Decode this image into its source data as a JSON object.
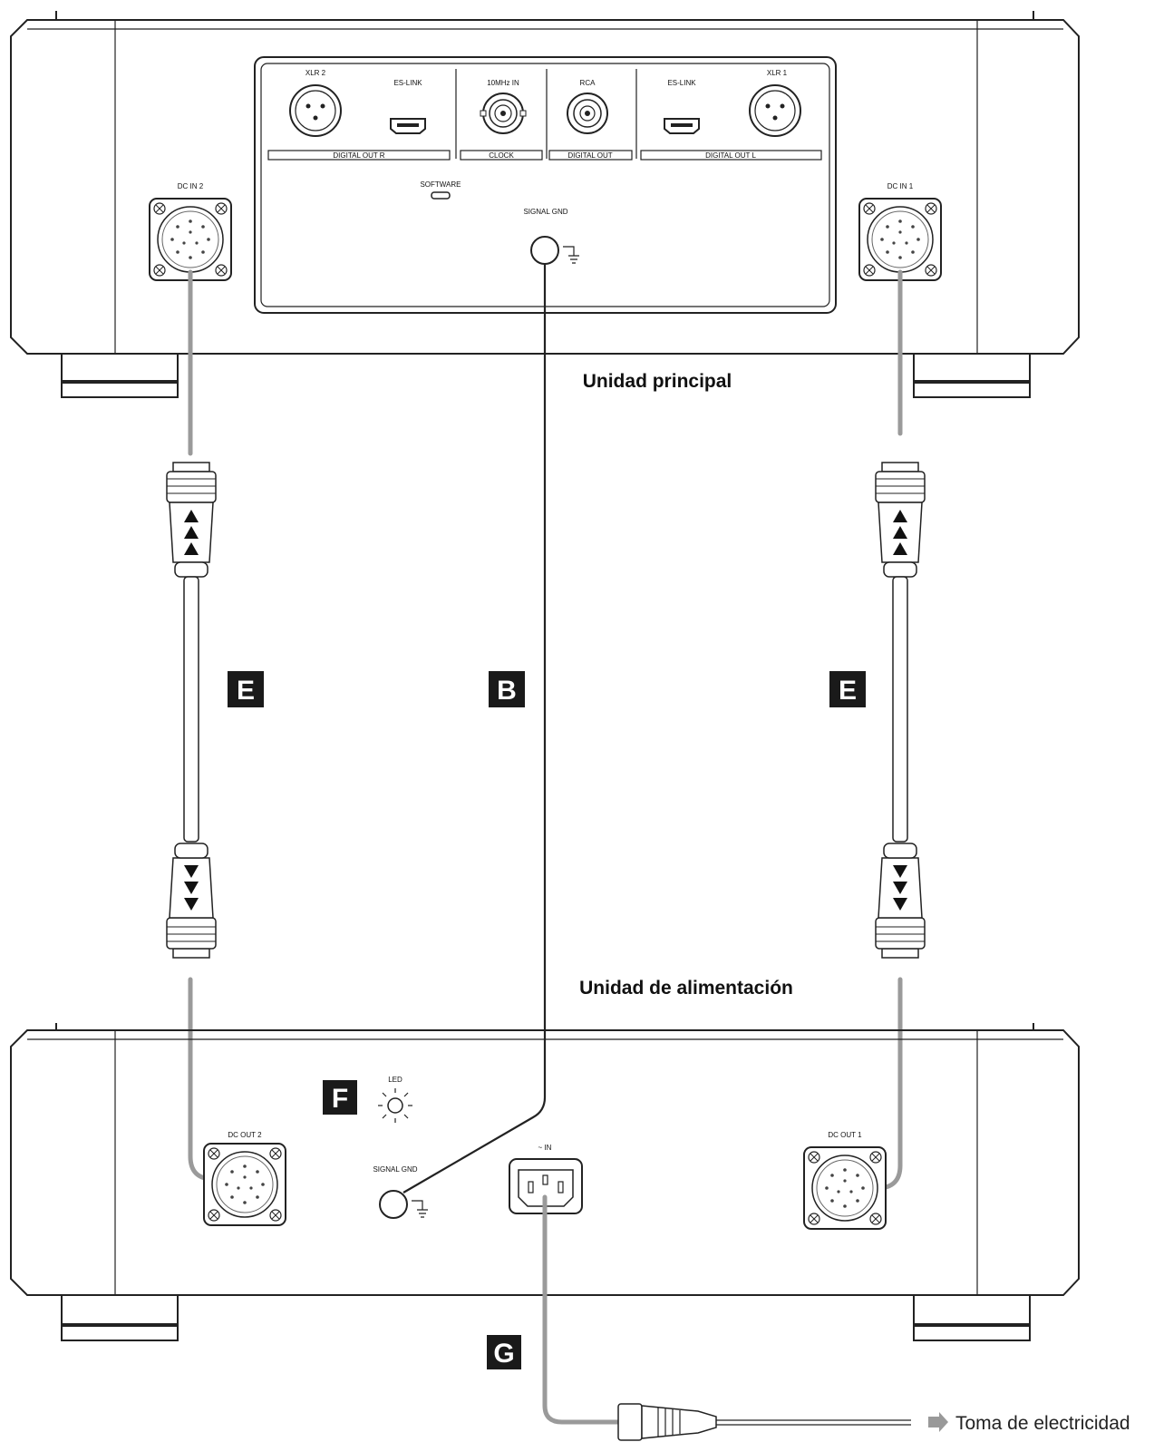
{
  "main_unit": {
    "title": "Unidad principal",
    "ports": {
      "xlr2": "XLR 2",
      "eslink_r": "ES-LINK",
      "clock_in": "10MHz IN",
      "rca": "RCA",
      "eslink_l": "ES-LINK",
      "xlr1": "XLR 1",
      "digital_out_r": "DIGITAL OUT R",
      "clock": "CLOCK",
      "digital_out": "DIGITAL OUT",
      "digital_out_l": "DIGITAL OUT L",
      "software": "SOFTWARE",
      "signal_gnd": "SIGNAL GND",
      "dc_in_2": "DC IN 2",
      "dc_in_1": "DC IN 1"
    }
  },
  "power_unit": {
    "title": "Unidad de alimentación",
    "ports": {
      "led": "LED",
      "dc_out_2": "DC OUT 2",
      "dc_out_1": "DC OUT 1",
      "signal_gnd": "SIGNAL GND",
      "ac_in": "~ IN"
    }
  },
  "badges": {
    "e_left": "E",
    "b": "B",
    "e_right": "E",
    "f": "F",
    "g": "G"
  },
  "outlet_label": "Toma de electricidad",
  "colors": {
    "badge_bg": "#1a1a1a",
    "cable": "#9a9a9a",
    "line": "#222222"
  }
}
